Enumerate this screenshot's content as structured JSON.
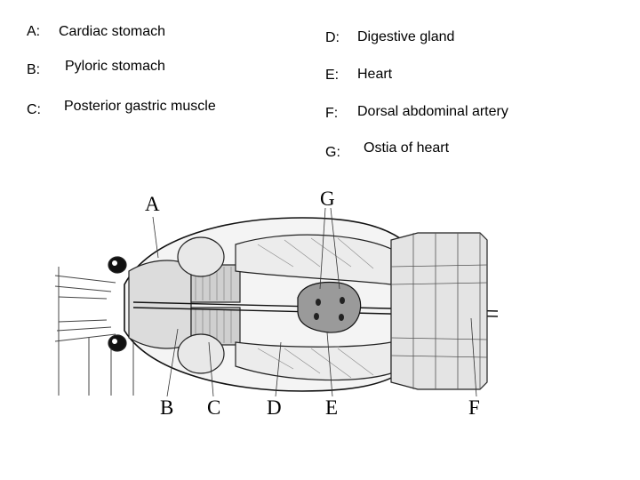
{
  "legend": {
    "left": [
      {
        "key": "A:",
        "label": "Cardiac stomach"
      },
      {
        "key": "B:",
        "label": "Pyloric stomach"
      },
      {
        "key": "C:",
        "label": "Posterior gastric muscle"
      }
    ],
    "right": [
      {
        "key": "D:",
        "label": "Digestive gland"
      },
      {
        "key": "E:",
        "label": "Heart"
      },
      {
        "key": "F:",
        "label": "Dorsal abdominal artery"
      },
      {
        "key": "G:",
        "label": "Ostia of heart"
      }
    ]
  },
  "figure": {
    "labels": {
      "A": "A",
      "G": "G",
      "B": "B",
      "C": "C",
      "D": "D",
      "E": "E",
      "F": "F"
    }
  }
}
